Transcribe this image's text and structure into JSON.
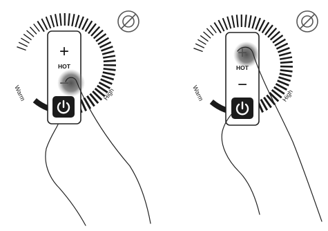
{
  "panels": [
    {
      "id": "left",
      "controls": {
        "plus_glyph": "+",
        "hot_label": "HOT",
        "minus_glyph": "−",
        "power_icon": "power-icon"
      },
      "dial": {
        "warm_label": "Warm",
        "high_label": "High"
      },
      "touch_target": "minus-button"
    },
    {
      "id": "right",
      "controls": {
        "plus_glyph": "+",
        "hot_label": "HOT",
        "minus_glyph": "−",
        "power_icon": "power-icon"
      },
      "dial": {
        "warm_label": "Warm",
        "high_label": "High"
      },
      "touch_target": "plus-button"
    }
  ],
  "colors": {
    "panel_stroke": "#222222",
    "tick": "#1a1a1a",
    "power_button_bg": "#1c1c1c",
    "power_icon": "#ffffff",
    "touch_highlight": "#555555"
  },
  "icons": {
    "corner": "no-touch-icon",
    "power": "power-icon",
    "hand": "pointing-hand-icon"
  }
}
